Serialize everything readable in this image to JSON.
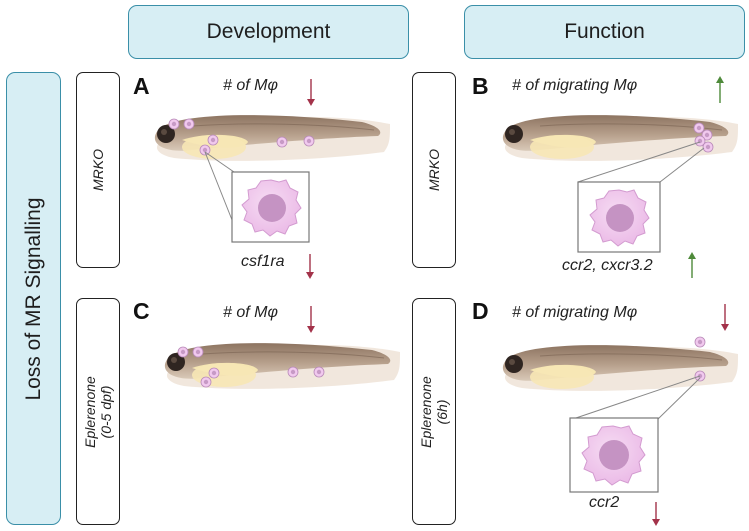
{
  "headers": {
    "development": "Development",
    "function": "Function"
  },
  "side_label": "Loss of MR Signalling",
  "panels": {
    "A": {
      "letter": "A",
      "condition": "MRKO",
      "caption_top": "# of Mφ",
      "caption_bottom": "csf1ra"
    },
    "B": {
      "letter": "B",
      "condition": "MRKO",
      "caption_top": "# of migrating Mφ",
      "caption_bottom": "ccr2, cxcr3.2"
    },
    "C": {
      "letter": "C",
      "condition_line1": "Eplerenone",
      "condition_line2": "(0-5 dpf)",
      "caption_top": "# of Mφ"
    },
    "D": {
      "letter": "D",
      "condition_line1": "Eplerenone",
      "condition_line2": "(6h)",
      "caption_top": "# of migrating Mφ",
      "caption_bottom": "ccr2"
    }
  },
  "colors": {
    "header_fill": "#d7eef4",
    "header_border": "#3a8fa8",
    "arrow_down": "#a3324a",
    "arrow_up": "#4e8a3a",
    "macrophage": "#f1c9ee"
  }
}
